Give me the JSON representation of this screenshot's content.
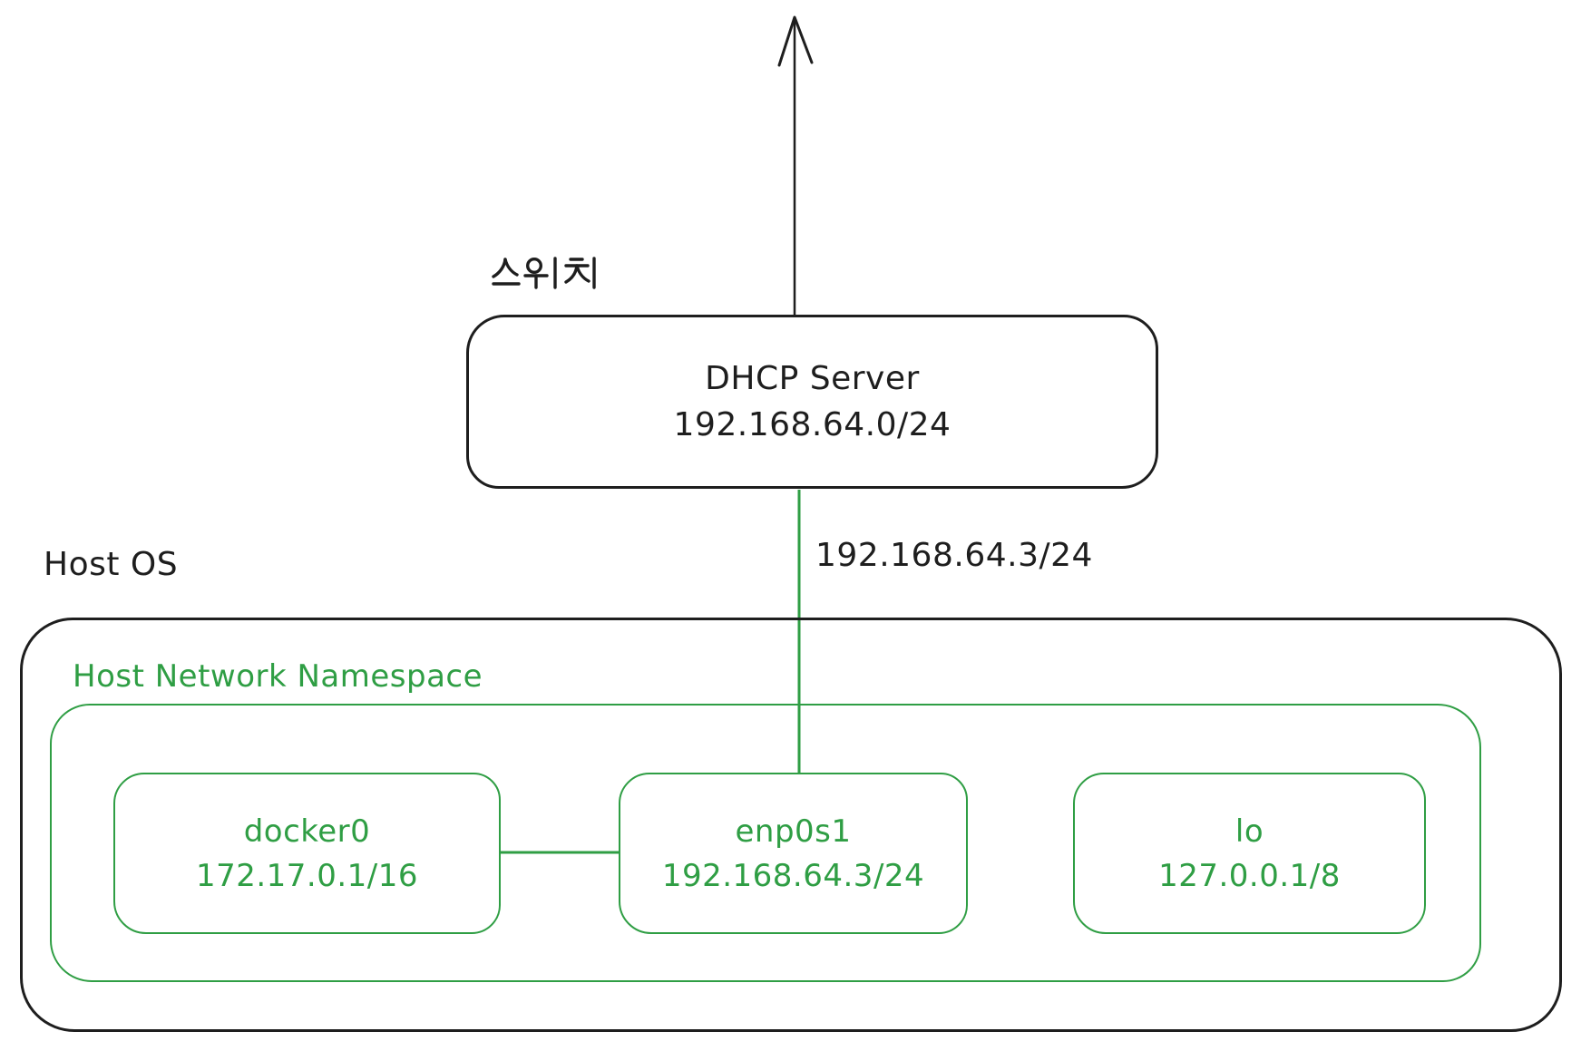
{
  "colors": {
    "ink": "#1e1e1e",
    "green": "#2f9e44",
    "background": "#ffffff"
  },
  "switch_node": {
    "label": "스위치",
    "title": "DHCP Server",
    "subnet": "192.168.64.0/24"
  },
  "uplink": {
    "ip": "192.168.64.3/24"
  },
  "host": {
    "label": "Host OS"
  },
  "namespace": {
    "label": "Host Network Namespace"
  },
  "interfaces": [
    {
      "name": "docker0",
      "address": "172.17.0.1/16"
    },
    {
      "name": "enp0s1",
      "address": "192.168.64.3/24"
    },
    {
      "name": "lo",
      "address": "127.0.0.1/8"
    }
  ]
}
